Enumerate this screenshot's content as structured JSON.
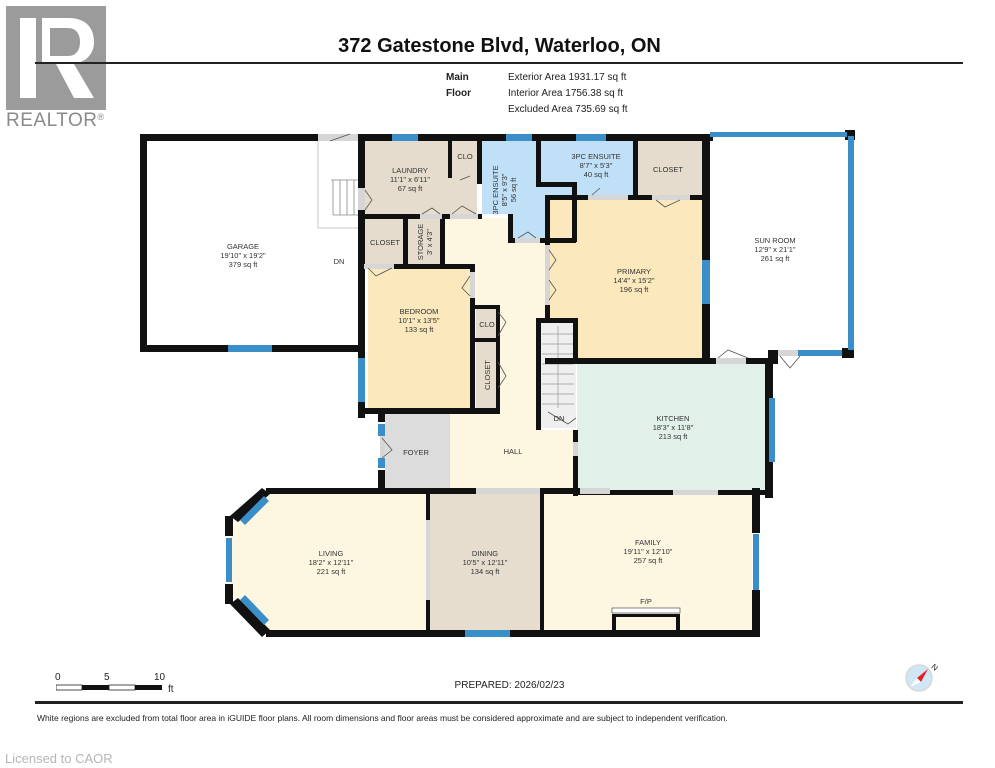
{
  "branding": {
    "logo_text": "REALTOR",
    "logo_mark": "®",
    "licensed_text": "Licensed to CAOR"
  },
  "header": {
    "title": "372 Gatestone Blvd, Waterloo, ON",
    "floor_label": "Main Floor",
    "exterior_area": "Exterior Area 1931.17 sq ft",
    "interior_area": "Interior Area 1756.38 sq ft",
    "excluded_area": "Excluded Area 735.69 sq ft"
  },
  "colors": {
    "wall": "#111111",
    "window": "#3b8fc9",
    "door_gap": "#d6d6d6",
    "bedroom_fill": "#fbe9bd",
    "hall_fill": "#fdf6e0",
    "bath_fill": "#bfe0f7",
    "utility_fill": "#e5dccd",
    "kitchen_fill": "#e2f0ea",
    "foyer_fill": "#dcdcdc",
    "dining_fill": "#e6ddcf",
    "excluded_fill": "#ffffff"
  },
  "rooms": {
    "garage": {
      "name": "GARAGE",
      "dims": "19'10\" x 19'2\"",
      "area": "379 sq ft"
    },
    "laundry": {
      "name": "LAUNDRY",
      "dims": "11'1\" x 6'11\"",
      "area": "67 sq ft"
    },
    "clo_laundry": {
      "name": "CLO"
    },
    "ensuite_a": {
      "name": "3PC ENSUITE",
      "dims": "8'5\" x 9'3\"",
      "area": "56 sq ft"
    },
    "ensuite_b": {
      "name": "3PC ENSUITE",
      "dims": "8'7\" x 5'3\"",
      "area": "40 sq ft"
    },
    "closet_primary": {
      "name": "CLOSET"
    },
    "sunroom": {
      "name": "SUN ROOM",
      "dims": "12'9\" x 21'1\"",
      "area": "261 sq ft"
    },
    "closet_hall": {
      "name": "CLOSET"
    },
    "storage": {
      "name": "STORAGE",
      "dims": "3' x 4'3\""
    },
    "primary": {
      "name": "PRIMARY",
      "dims": "14'4\" x 15'2\"",
      "area": "196 sq ft"
    },
    "bedroom": {
      "name": "BEDROOM",
      "dims": "10'1\" x 13'5\"",
      "area": "133 sq ft"
    },
    "clo_bedroom": {
      "name": "CLO"
    },
    "closet_bedroom": {
      "name": "CLOSET"
    },
    "kitchen": {
      "name": "KITCHEN",
      "dims": "18'3\" x 11'8\"",
      "area": "213 sq ft"
    },
    "foyer": {
      "name": "FOYER"
    },
    "hall": {
      "name": "HALL"
    },
    "living": {
      "name": "LIVING",
      "dims": "18'2\" x 12'11\"",
      "area": "221 sq ft"
    },
    "dining": {
      "name": "DINING",
      "dims": "10'5\" x 12'11\"",
      "area": "134 sq ft"
    },
    "family": {
      "name": "FAMILY",
      "dims": "19'11\" x 12'10\"",
      "area": "257 sq ft"
    },
    "fireplace": {
      "name": "F/P"
    },
    "stairs_garage": {
      "name": "DN"
    },
    "stairs_hall": {
      "name": "DN"
    }
  },
  "scale_bar": {
    "ticks": [
      "0",
      "5",
      "10"
    ],
    "unit": "ft"
  },
  "footer": {
    "prepared": "PREPARED: 2026/02/23",
    "compass_label": "N",
    "disclaimer": "White regions are excluded from total floor area in iGUIDE floor plans. All room dimensions and floor areas must be considered approximate and are subject to independent verification."
  }
}
